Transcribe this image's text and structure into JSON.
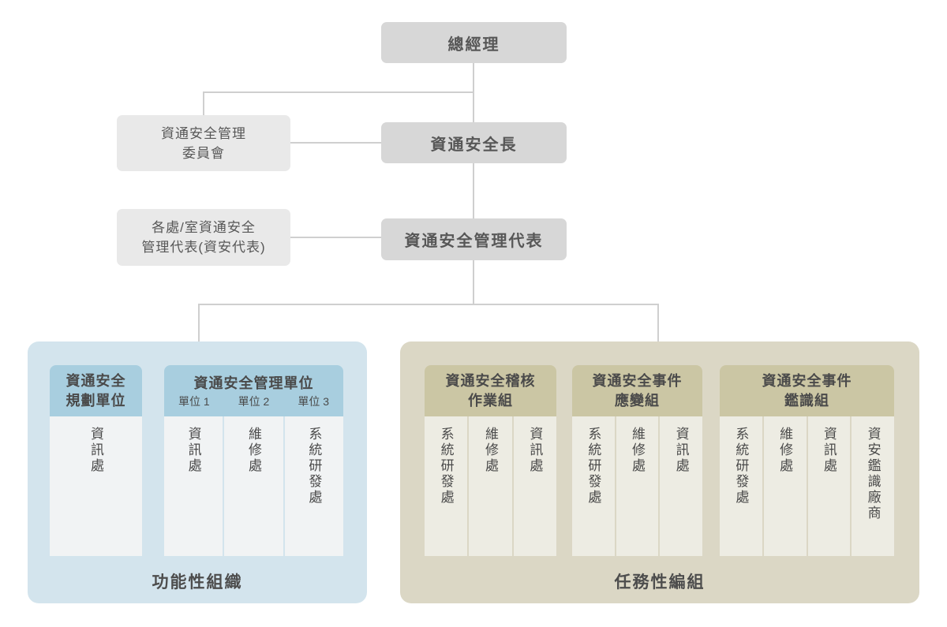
{
  "org": {
    "general_manager": "總經理",
    "committee": {
      "line1": "資通安全管理",
      "line2": "委員會"
    },
    "ciso": "資通安全長",
    "dept_reps": {
      "line1": "各處/室資通安全",
      "line2": "管理代表(資安代表)"
    },
    "mgmt_rep": "資通安全管理代表"
  },
  "functional_section": {
    "label": "功能性組織",
    "groups": [
      {
        "title_line1": "資通安全",
        "title_line2": "規劃單位",
        "columns": [
          "資訊處"
        ]
      },
      {
        "title": "資通安全管理單位",
        "units": [
          "單位 1",
          "單位 2",
          "單位 3"
        ],
        "columns": [
          "資訊處",
          "維修處",
          "系統研發處"
        ]
      }
    ]
  },
  "task_section": {
    "label": "任務性編組",
    "groups": [
      {
        "title_line1": "資通安全稽核",
        "title_line2": "作業組",
        "columns": [
          "系統研發處",
          "維修處",
          "資訊處"
        ]
      },
      {
        "title_line1": "資通安全事件",
        "title_line2": "應變組",
        "columns": [
          "系統研發處",
          "維修處",
          "資訊處"
        ]
      },
      {
        "title_line1": "資通安全事件",
        "title_line2": "鑑識組",
        "columns": [
          "系統研發處",
          "維修處",
          "資訊處",
          "資安鑑識廠商"
        ]
      }
    ]
  },
  "colors": {
    "node_primary_bg": "#d7d7d7",
    "node_secondary_bg": "#e9e9e9",
    "connector": "#cfcfcf",
    "functional_container": "#d3e4ed",
    "functional_header": "#a8cedf",
    "functional_body": "#f1f3f4",
    "task_container": "#dbd7c5",
    "task_header": "#cbc6a4",
    "task_body": "#edece3",
    "text": "#4a4a4a"
  }
}
